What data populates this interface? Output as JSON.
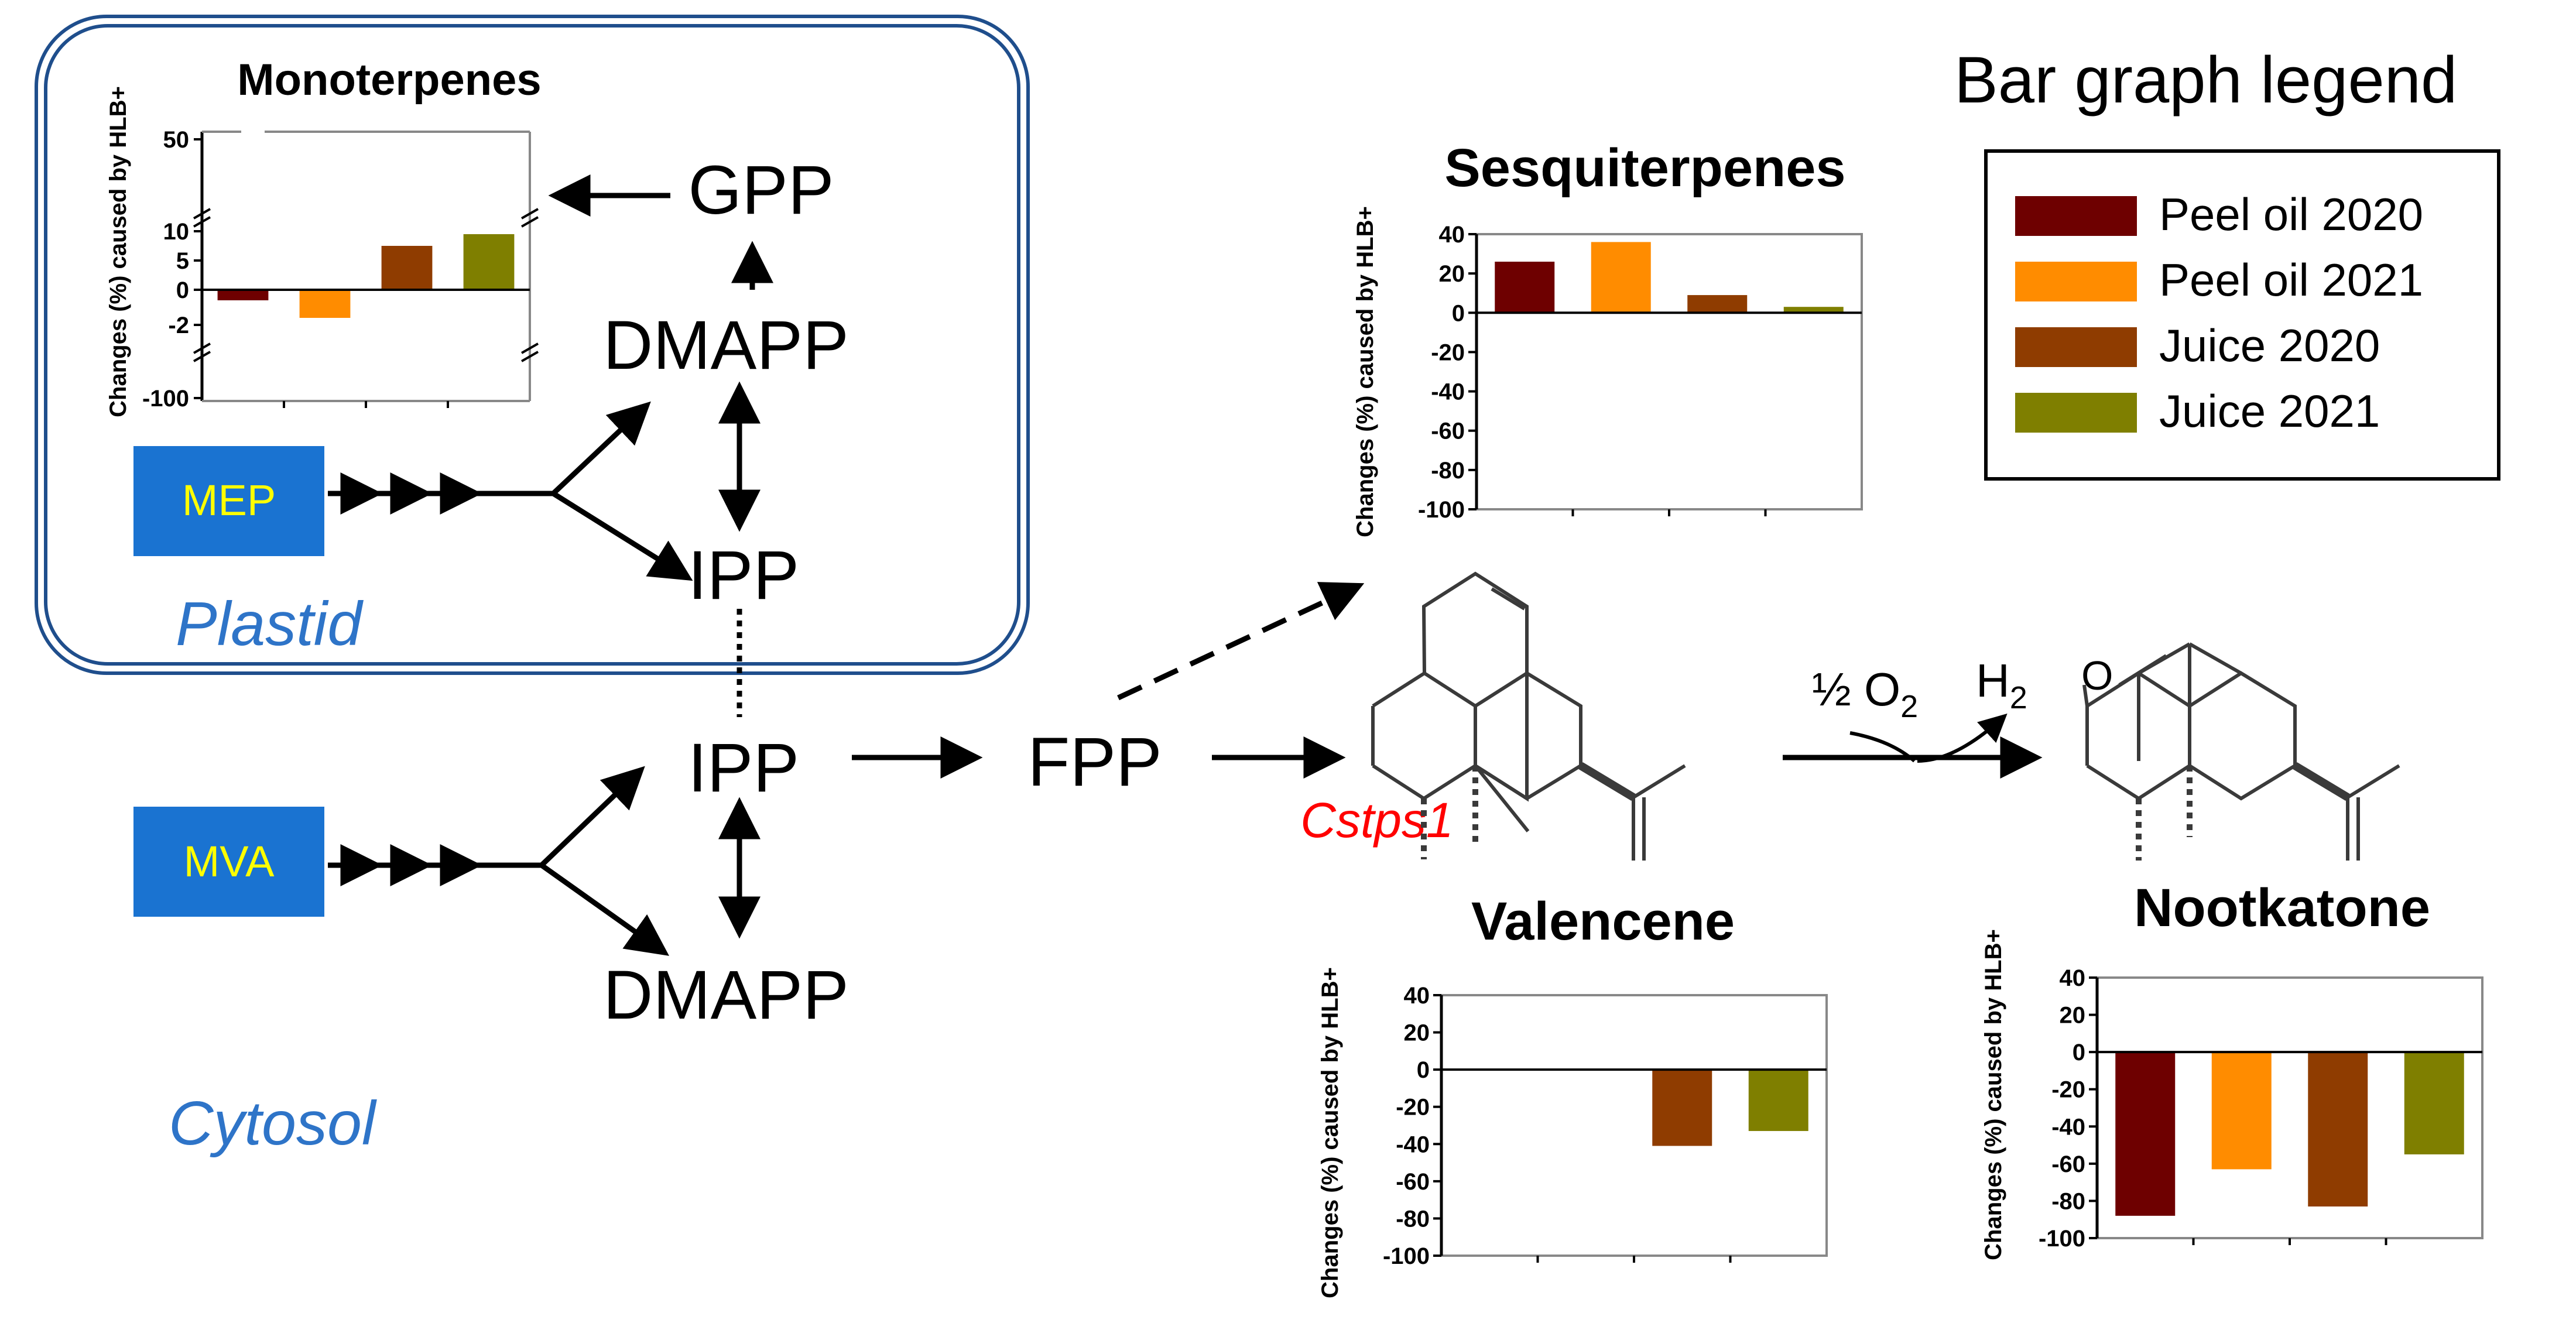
{
  "compartments": {
    "plastid": "Plastid",
    "cytosol": "Cytosol"
  },
  "pathways": {
    "mep": "MEP",
    "mva": "MVA"
  },
  "nodes": {
    "gpp": "GPP",
    "dmapp_plastid": "DMAPP",
    "ipp_plastid": "IPP",
    "ipp_cytosol": "IPP",
    "dmapp_cytosol": "DMAPP",
    "fpp": "FPP"
  },
  "enzyme": "Cstps1",
  "reaction": {
    "reactant": "½ O",
    "reactant_sub": "2",
    "product": "H",
    "product_sub": "2"
  },
  "compounds": {
    "valencene": "Valencene",
    "nootkatone": "Nootkatone"
  },
  "legend": {
    "title": "Bar graph legend",
    "items": [
      {
        "label": "Peel oil 2020",
        "color": "#6e0000"
      },
      {
        "label": "Peel oil 2021",
        "color": "#ff8c00"
      },
      {
        "label": "Juice 2020",
        "color": "#8f3c00"
      },
      {
        "label": "Juice 2021",
        "color": "#7f7f00"
      }
    ]
  },
  "chart_data": [
    {
      "type": "bar",
      "title": "Monoterpenes",
      "ylabel": "Changes (%) caused by HLB+",
      "yticks": [
        "50",
        "10",
        "5",
        "0",
        "-2",
        "-100"
      ],
      "axis_break": true,
      "categories": [
        "Peel oil 2020",
        "Peel oil 2021",
        "Juice 2020",
        "Juice 2021"
      ],
      "values": [
        -0.6,
        -1.6,
        7.5,
        9.5
      ]
    },
    {
      "type": "bar",
      "title": "Sesquiterpenes",
      "ylabel": "Changes (%) caused by HLB+",
      "ylim": [
        -100,
        40
      ],
      "yticks": [
        "40",
        "20",
        "0",
        "-20",
        "-40",
        "-60",
        "-80",
        "-100"
      ],
      "categories": [
        "Peel oil 2020",
        "Peel oil 2021",
        "Juice 2020",
        "Juice 2021"
      ],
      "values": [
        26,
        36,
        9,
        3
      ]
    },
    {
      "type": "bar",
      "title": "Valencene",
      "ylabel": "Changes (%) caused by HLB+",
      "ylim": [
        -100,
        40
      ],
      "yticks": [
        "40",
        "20",
        "0",
        "-20",
        "-40",
        "-60",
        "-80",
        "-100"
      ],
      "categories": [
        "Peel oil 2020",
        "Peel oil 2021",
        "Juice 2020",
        "Juice 2021"
      ],
      "values": [
        0,
        0,
        -41,
        -33
      ]
    },
    {
      "type": "bar",
      "title": "Nootkatone",
      "ylabel": "Changes (%) caused by HLB+",
      "ylim": [
        -100,
        40
      ],
      "yticks": [
        "40",
        "20",
        "0",
        "-20",
        "-40",
        "-60",
        "-80",
        "-100"
      ],
      "categories": [
        "Peel oil 2020",
        "Peel oil 2021",
        "Juice 2020",
        "Juice 2021"
      ],
      "values": [
        -88,
        -63,
        -83,
        -55
      ]
    }
  ]
}
